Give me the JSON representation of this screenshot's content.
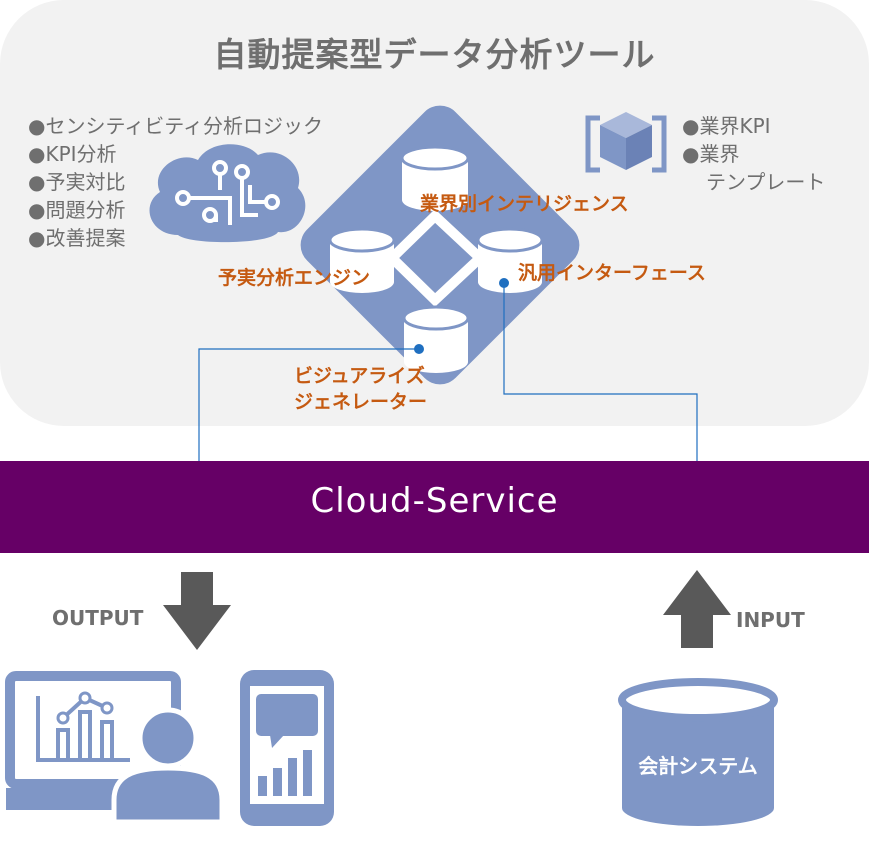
{
  "title": "自動提案型データ分析ツール",
  "features": [
    "●センシティビティ分析ロジック",
    "●KPI分析",
    "●予実対比",
    "●問題分析",
    "●改善提案"
  ],
  "templates": [
    "●業界KPI",
    "●業界",
    "テンプレート"
  ],
  "modules": {
    "industry_intelligence": "業界別インテリジェンス",
    "budget_engine": "予実分析エンジン",
    "generic_interface": "汎用インターフェース",
    "visualize_line1": "ビジュアライズ",
    "visualize_line2": "ジェネレーター"
  },
  "cloud_service": "Cloud-Service",
  "output_label": "OUTPUT",
  "input_label": "INPUT",
  "accounting_system": "会計システム",
  "icons": [
    "brain-circuit-icon",
    "cube-icon",
    "database-icon",
    "arrow-down-icon",
    "arrow-up-icon",
    "monitor-chart-icon",
    "user-icon",
    "smartphone-chart-icon"
  ],
  "colors": {
    "panel": "#f2f2f2",
    "accent_blue": "#7f96c6",
    "module_label": "#c55a11",
    "band": "#660066",
    "connector": "#1f6fc0",
    "arrow": "#595959"
  }
}
